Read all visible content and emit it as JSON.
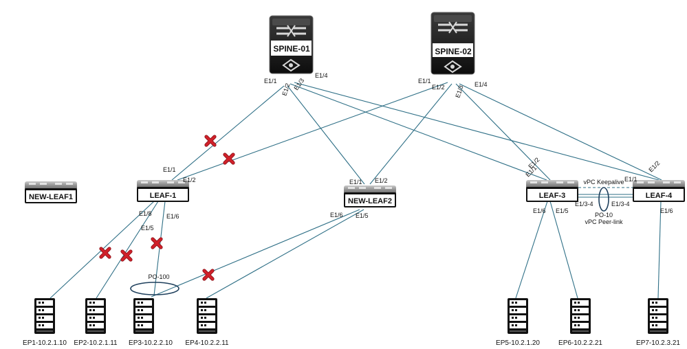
{
  "spines": [
    {
      "id": "spine-01",
      "label": "SPINE-01"
    },
    {
      "id": "spine-02",
      "label": "SPINE-02"
    }
  ],
  "leaves": [
    {
      "id": "new-leaf1",
      "label": "NEW-LEAF1"
    },
    {
      "id": "leaf-1",
      "label": "LEAF-1"
    },
    {
      "id": "new-leaf2",
      "label": "NEW-LEAF2"
    },
    {
      "id": "leaf-3",
      "label": "LEAF-3"
    },
    {
      "id": "leaf-4",
      "label": "LEAF-4"
    }
  ],
  "endpoints": [
    {
      "id": "ep1",
      "label": "EP1-10.2.1.10"
    },
    {
      "id": "ep2",
      "label": "EP2-10.2.1.11"
    },
    {
      "id": "ep3",
      "label": "EP3-10.2.2.10"
    },
    {
      "id": "ep4",
      "label": "EP4-10.2.2.11"
    },
    {
      "id": "ep5",
      "label": "EP5-10.2.1.20"
    },
    {
      "id": "ep6",
      "label": "EP6-10.2.2.21"
    },
    {
      "id": "ep7",
      "label": "EP7-10.2.3.21"
    }
  ],
  "links": [
    {
      "from": "spine-01",
      "to": "leaf-1",
      "failed": true
    },
    {
      "from": "spine-01",
      "to": "new-leaf2",
      "failed": false
    },
    {
      "from": "spine-01",
      "to": "leaf-3",
      "failed": false
    },
    {
      "from": "spine-01",
      "to": "leaf-4",
      "failed": false
    },
    {
      "from": "spine-02",
      "to": "leaf-1",
      "failed": true
    },
    {
      "from": "spine-02",
      "to": "new-leaf2",
      "failed": false
    },
    {
      "from": "spine-02",
      "to": "leaf-3",
      "failed": false
    },
    {
      "from": "spine-02",
      "to": "leaf-4",
      "failed": false
    },
    {
      "from": "leaf-1",
      "to": "ep1",
      "failed": true
    },
    {
      "from": "leaf-1",
      "to": "ep2",
      "failed": true
    },
    {
      "from": "leaf-1",
      "to": "ep3",
      "failed": true
    },
    {
      "from": "new-leaf2",
      "to": "ep3",
      "failed": true
    },
    {
      "from": "new-leaf2",
      "to": "ep4",
      "failed": false
    },
    {
      "from": "leaf-3",
      "to": "ep5",
      "failed": false
    },
    {
      "from": "leaf-3",
      "to": "ep6",
      "failed": false
    },
    {
      "from": "leaf-4",
      "to": "ep7",
      "failed": false
    }
  ],
  "port_labels": {
    "s1_e11": "E1/1",
    "s1_e12": "E1/2",
    "s1_e13": "E1/3",
    "s1_e14": "E1/4",
    "s2_e11": "E1/1",
    "s2_e12": "E1/2",
    "s2_e13": "E1/3",
    "s2_e14": "E1/4",
    "l1_e11": "E1/1",
    "l1_e12": "E1/2",
    "l1_e18": "E1/8",
    "l1_e15": "E1/5",
    "l1_e16": "E1/6",
    "nl2_e11": "E1/1",
    "nl2_e12": "E1/2",
    "nl2_e16": "E1/6",
    "nl2_e15": "E1/5",
    "l3_e12": "E1/2",
    "l3_e11": "E1/1",
    "l3_e134": "E1/3-4",
    "l3_e16": "E1/6",
    "l3_e15": "E1/5",
    "l4_e11": "E1/1",
    "l4_e12": "E1/2",
    "l4_e134": "E1/3-4",
    "l4_e16": "E1/6"
  },
  "annotations": {
    "po100": "PO-100",
    "vpc_keepalive": "vPC Keepalive",
    "po10": "PO-10",
    "vpc_peer_link": "vPC Peer-link"
  },
  "colors": {
    "link": "#2e6f86",
    "failure_mark": "#d0212a",
    "device_face": "#111111"
  },
  "icons": {
    "switch": "switch-icon",
    "spine": "spine-switch-icon",
    "server": "server-icon",
    "failure": "red-x-icon"
  }
}
